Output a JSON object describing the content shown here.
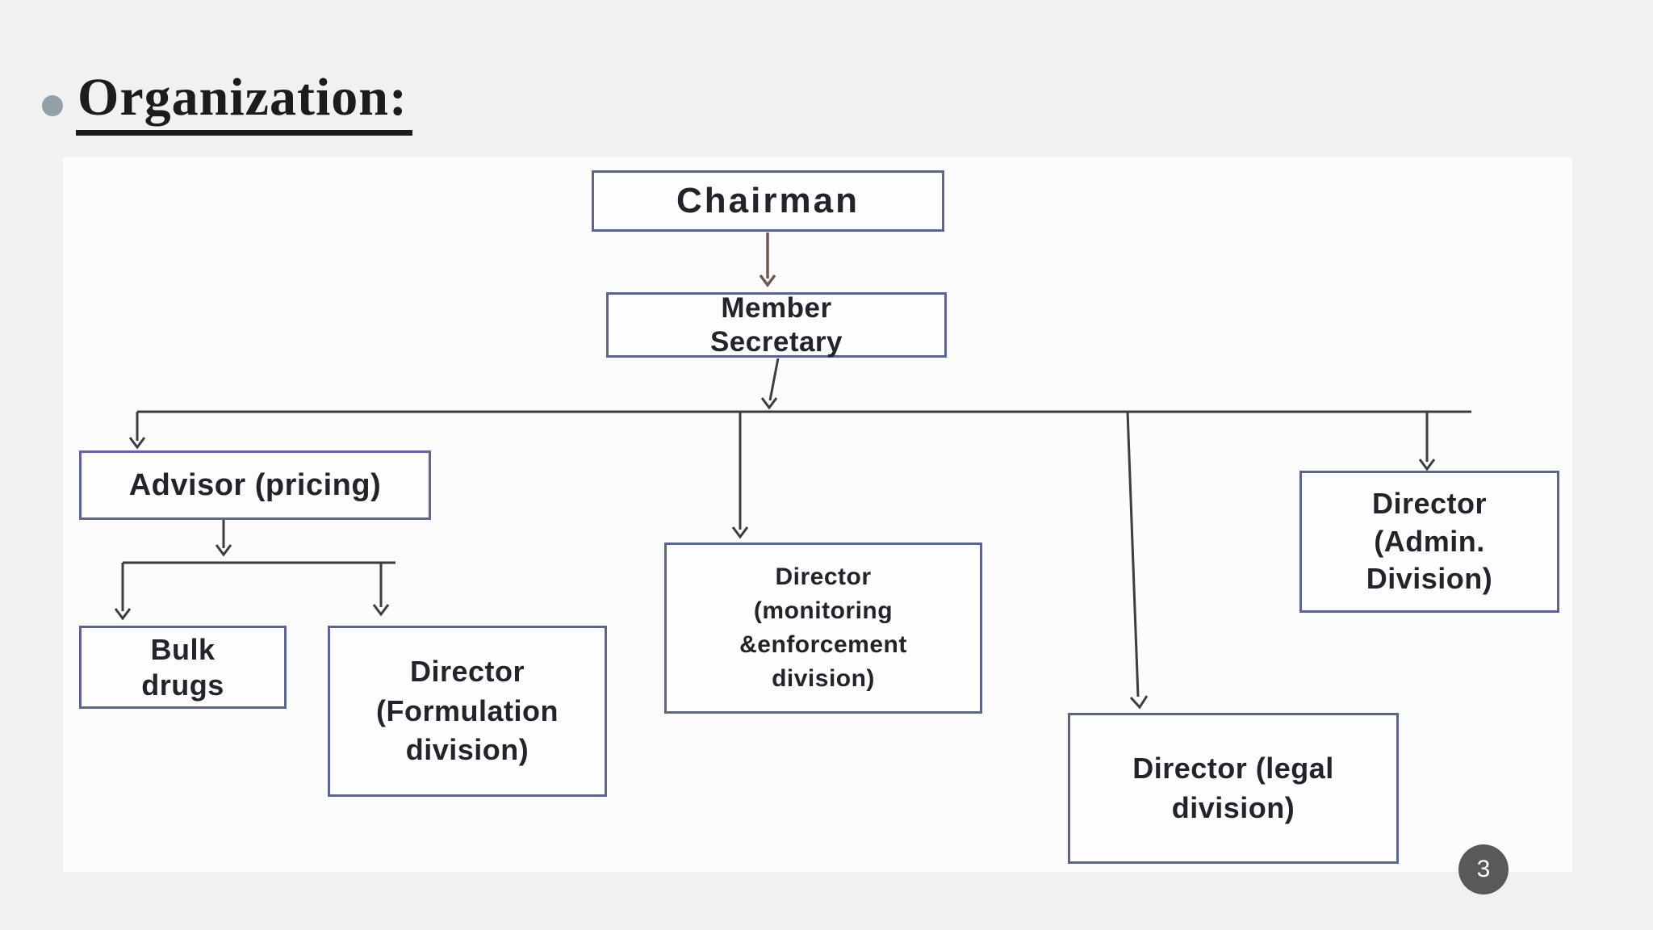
{
  "page": {
    "slide_number": "3"
  },
  "title": {
    "text": "Organization:"
  },
  "chart": {
    "type": "org-chart",
    "nodes": {
      "chairman": {
        "label": "Chairman"
      },
      "member_secretary": {
        "label": "Member\nSecretary"
      },
      "advisor_pricing": {
        "label": "Advisor (pricing)"
      },
      "bulk_drugs": {
        "label": "Bulk\ndrugs"
      },
      "director_formulation": {
        "label": "Director\n(Formulation\ndivision)"
      },
      "director_monitoring_enforcement": {
        "label": "Director\n(monitoring\n&enforcement\ndivision)"
      },
      "director_legal": {
        "label": "Director (legal\ndivision)"
      },
      "director_admin": {
        "label": "Director\n(Admin.\nDivision)"
      }
    },
    "edges": [
      {
        "from": "chairman",
        "to": "member_secretary"
      },
      {
        "from": "member_secretary",
        "to": "advisor_pricing"
      },
      {
        "from": "member_secretary",
        "to": "director_monitoring_enforcement"
      },
      {
        "from": "member_secretary",
        "to": "director_legal"
      },
      {
        "from": "member_secretary",
        "to": "director_admin"
      },
      {
        "from": "advisor_pricing",
        "to": "bulk_drugs"
      },
      {
        "from": "advisor_pricing",
        "to": "director_formulation"
      }
    ]
  },
  "theme": {
    "page_bg": "#f1f1f2",
    "canvas_bg": "#fcfcfc",
    "node_fill": "#fdfdfd",
    "box_border": "#5b6590",
    "advisor_border": "#6065a0",
    "line_color": "#3d3d40",
    "chairman_arrow": "#6e5a50",
    "text_color": "#23232b",
    "title_color": "#1c1c1c",
    "bullet_color": "#92a0a8",
    "badge_bg": "#595959",
    "badge_text": "#ffffff"
  }
}
